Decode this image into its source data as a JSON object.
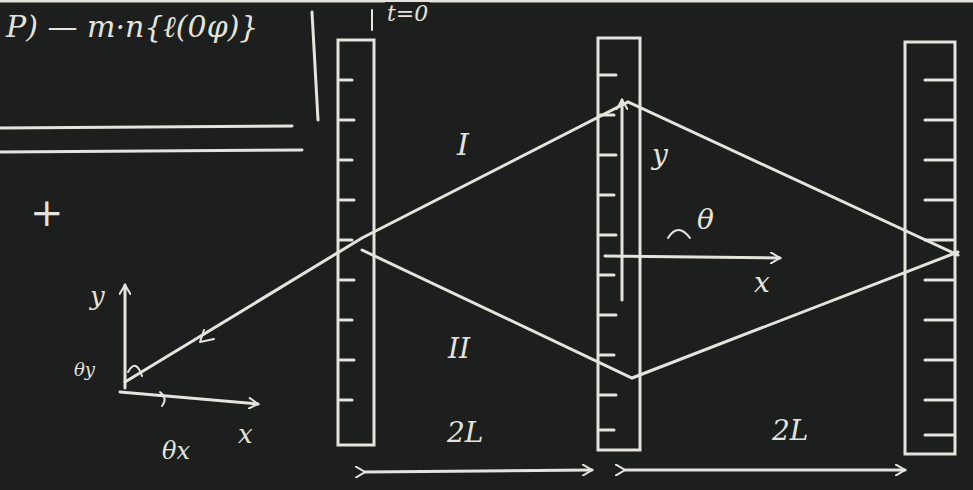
{
  "diagram": {
    "labels": [
      "P) — m·n{ℓ(0φ)}",
      "t=0",
      "+",
      "y",
      "θy",
      "θx",
      "x",
      "I",
      "II",
      "y",
      "θ",
      "x",
      "2L",
      "2L"
    ]
  }
}
